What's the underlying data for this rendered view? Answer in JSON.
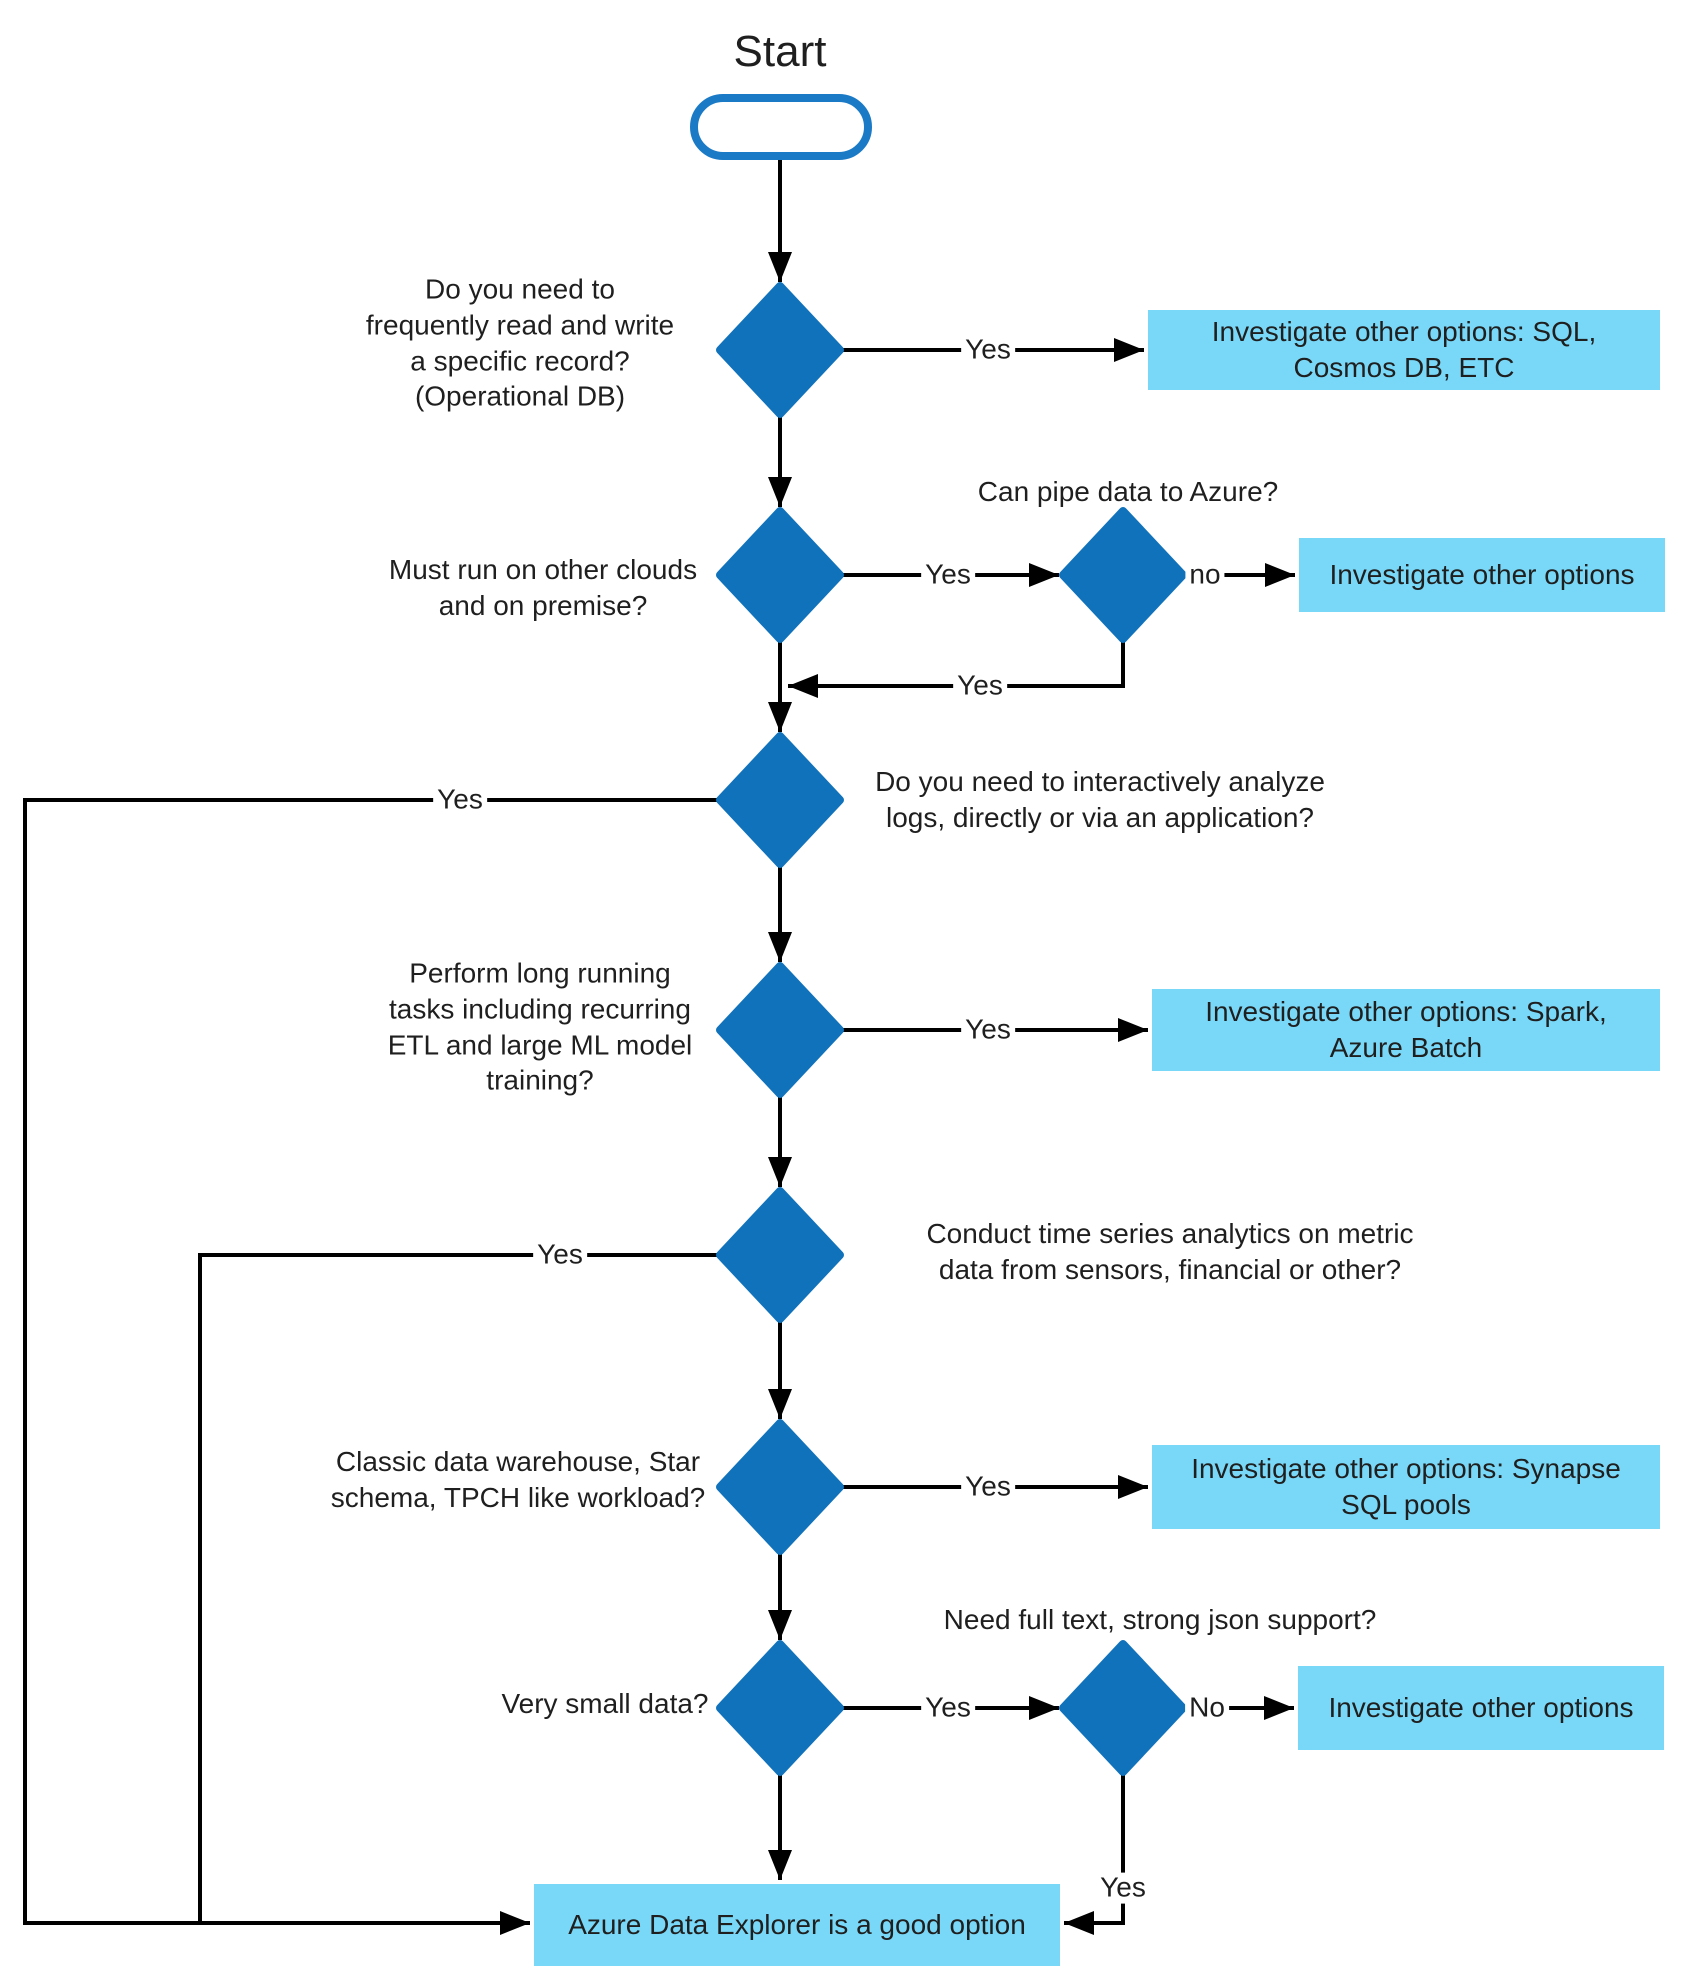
{
  "colors": {
    "diamond": "#1172bc",
    "box": "#79d8f7",
    "start_stroke": "#1b7ac6",
    "line": "#000000"
  },
  "start": {
    "label": "Start"
  },
  "questions": {
    "q1": "Do you need to\nfrequently read and write\na specific record?\n(Operational DB)",
    "q2": "Must run on other clouds\nand on premise?",
    "q3": "Can pipe data to Azure?",
    "q4": "Do you need to interactively analyze\nlogs, directly or via an application?",
    "q5": "Perform long running\ntasks including recurring\nETL and large ML model\ntraining?",
    "q6": "Conduct time series analytics on metric\ndata from sensors, financial or other?",
    "q7": "Classic data warehouse, Star\nschema, TPCH like workload?",
    "q8": "Very small data?",
    "q9": "Need full text, strong json support?"
  },
  "outcomes": {
    "b1": "Investigate other options: SQL,\nCosmos DB, ETC",
    "b2": "Investigate other options",
    "b3": "Investigate other options: Spark,\nAzure Batch",
    "b4": "Investigate other options: Synapse\nSQL pools",
    "b5": "Investigate other options",
    "final": "Azure Data Explorer is a good option"
  },
  "edge_labels": {
    "q1_yes": "Yes",
    "q2_yes": "Yes",
    "q3_no": "no",
    "q3_yes": "Yes",
    "q4_yes": "Yes",
    "q5_yes": "Yes",
    "q6_yes": "Yes",
    "q7_yes": "Yes",
    "q8_yes": "Yes",
    "q9_no": "No",
    "q9_yes": "Yes"
  }
}
